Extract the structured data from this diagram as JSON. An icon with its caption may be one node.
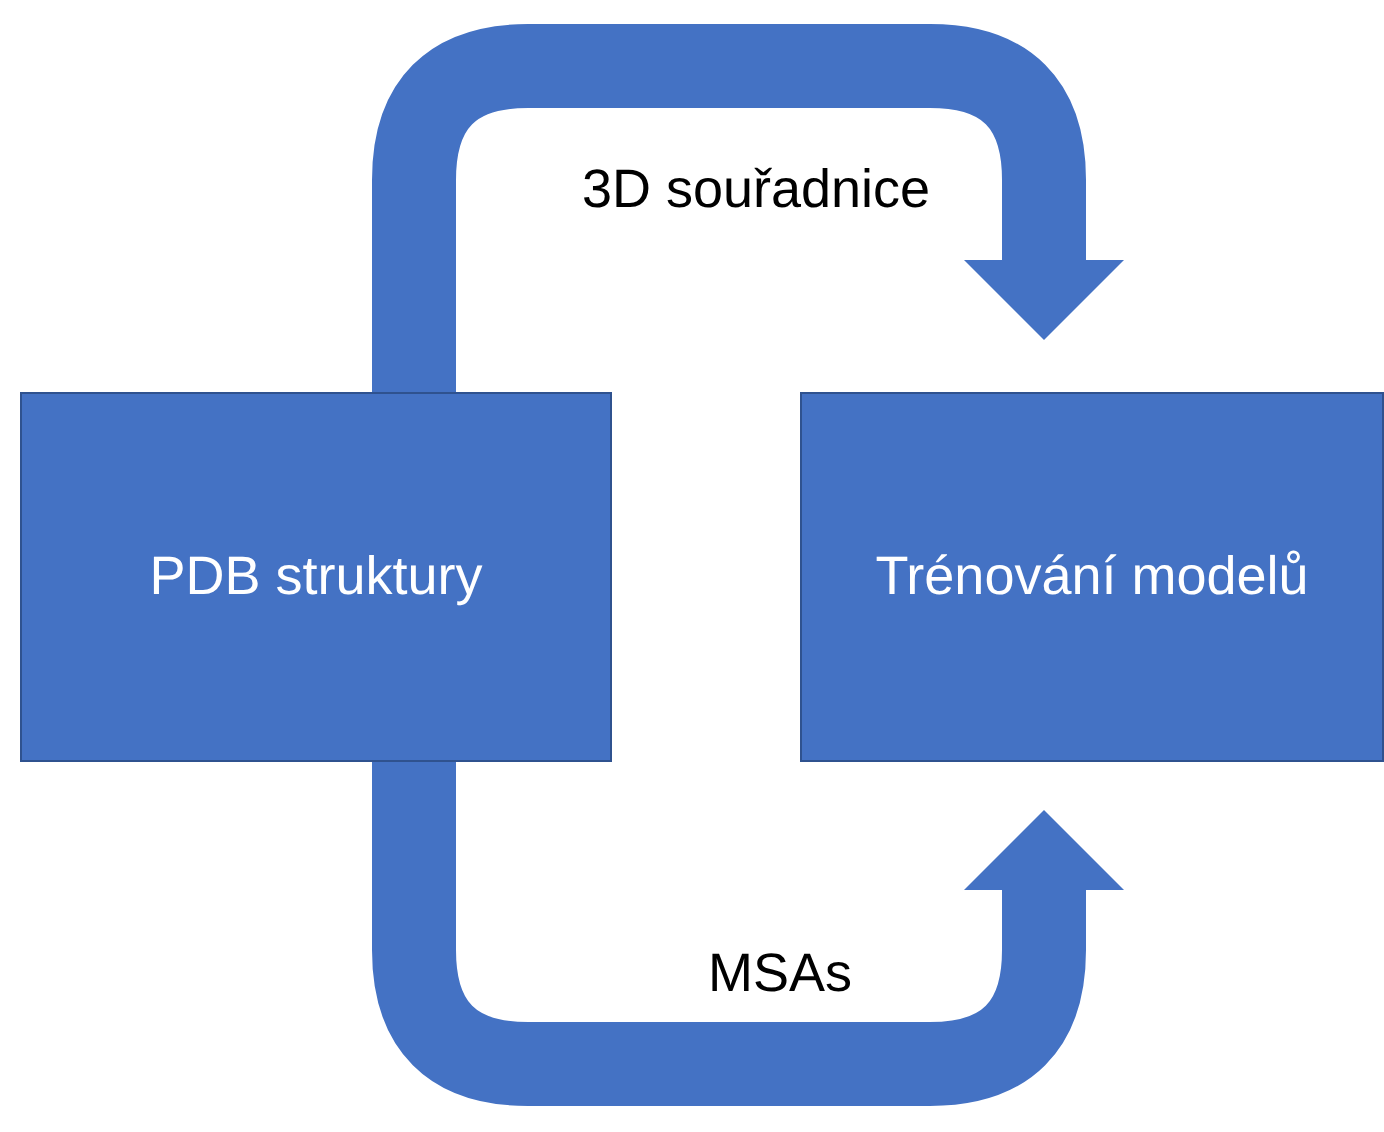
{
  "diagram": {
    "nodes": [
      {
        "text": [
          "PDB struktury"
        ]
      },
      {
        "text": [
          "Trénování modelů"
        ]
      }
    ],
    "edges": [
      {
        "from": 0,
        "to": 1,
        "arrow": "to",
        "label": "3D souřadnice"
      },
      {
        "from": 0,
        "to": 1,
        "arrow": "to",
        "label": "MSAs"
      }
    ]
  }
}
